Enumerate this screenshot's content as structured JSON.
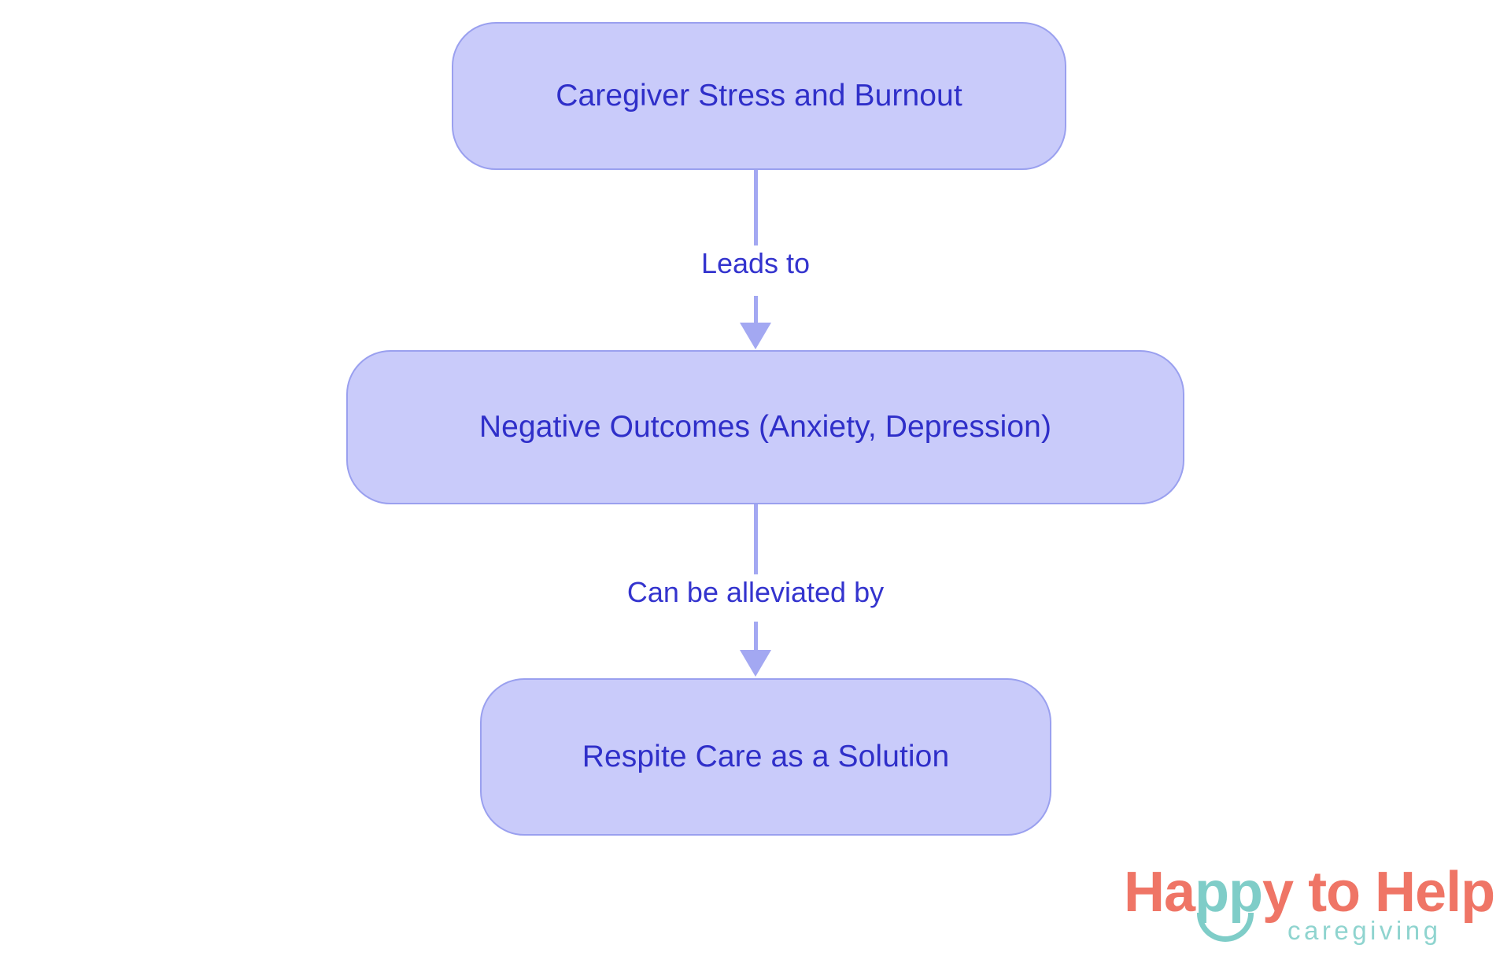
{
  "diagram": {
    "type": "flowchart",
    "orientation": "top-to-bottom",
    "background_color": "#ffffff",
    "node_fill_color": "#c9cbfa",
    "node_border_color": "#9aa0ef",
    "node_text_color": "#2f2fc9",
    "edge_color": "#a3a8f2",
    "edge_label_color": "#3434ce",
    "nodes": [
      {
        "id": "stress",
        "label": "Caregiver Stress and Burnout"
      },
      {
        "id": "outcomes",
        "label": "Negative Outcomes (Anxiety, Depression)"
      },
      {
        "id": "respite",
        "label": "Respite Care as a Solution"
      }
    ],
    "edges": [
      {
        "from": "stress",
        "to": "outcomes",
        "label": "Leads to"
      },
      {
        "from": "outcomes",
        "to": "respite",
        "label": "Can be alleviated by"
      }
    ]
  },
  "logo": {
    "word_part_1": "Ha",
    "word_part_2": "pp",
    "word_part_3": "y to Help",
    "tagline": "caregiving",
    "primary_color": "#ef7566",
    "accent_color": "#7fcdc8"
  }
}
